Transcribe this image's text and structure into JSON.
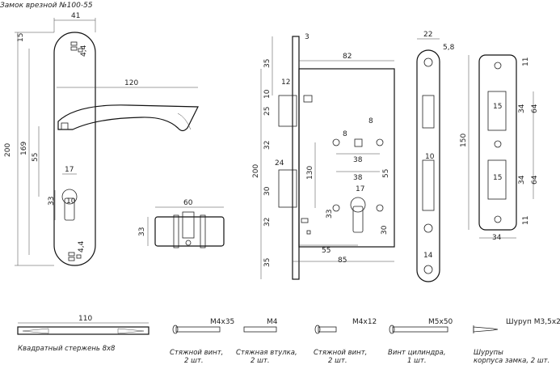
{
  "title": "Замок врезной №100-55",
  "handle": {
    "dims": [
      "41",
      "15",
      "4,4",
      "120",
      "200",
      "169",
      "55",
      "17",
      "10",
      "33",
      "4,4"
    ]
  },
  "cylinder": {
    "dims": [
      "60",
      "33"
    ]
  },
  "lockbody": {
    "dims": [
      "3",
      "82",
      "35",
      "12",
      "10",
      "25",
      "8",
      "8",
      "32",
      "200",
      "24",
      "130",
      "38",
      "30",
      "38",
      "17",
      "55",
      "32",
      "33",
      "30",
      "35",
      "55",
      "85"
    ]
  },
  "faceplate": {
    "dims": [
      "22",
      "5,8",
      "10",
      "14"
    ]
  },
  "strike": {
    "dims": [
      "11",
      "15",
      "34",
      "64",
      "150",
      "15",
      "34",
      "64",
      "11",
      "34"
    ]
  },
  "parts": [
    {
      "dim": "110",
      "label1": "Квадратный стержень 8х8",
      "label2": ""
    },
    {
      "dim": "М4х35",
      "label1": "Стяжной винт,",
      "label2": "2 шт."
    },
    {
      "dim": "М4",
      "label1": "Стяжная втулка,",
      "label2": "2 шт."
    },
    {
      "dim": "М4х12",
      "label1": "Стяжной винт,",
      "label2": "2 шт."
    },
    {
      "dim": "М5х50",
      "label1": "Винт цилиндра,",
      "label2": "1 шт."
    },
    {
      "dim": "Шуруп М3,5х23",
      "label1": "Шурупы",
      "label2": "корпуса замка, 2 шт."
    }
  ]
}
